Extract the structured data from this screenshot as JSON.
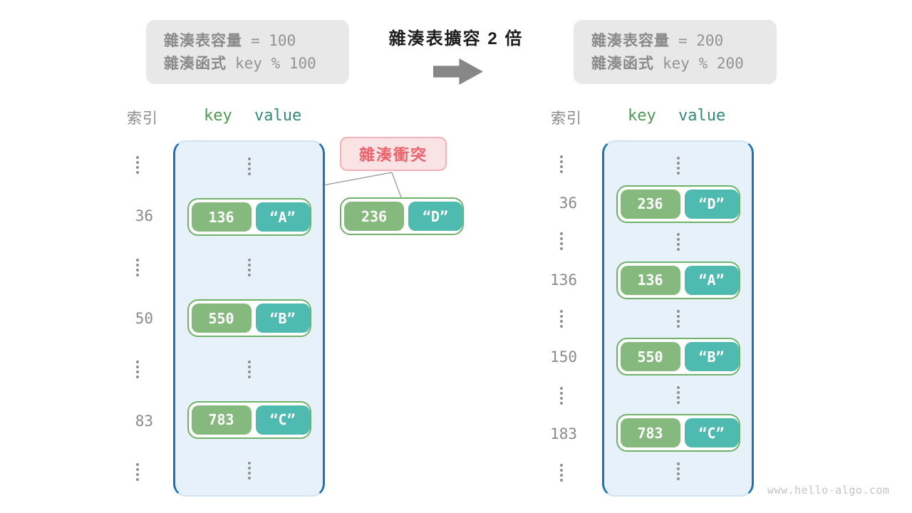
{
  "title": "雜湊表擴容 2 倍",
  "before_box": {
    "capacity_label": "雜湊表容量",
    "capacity_value": "= 100",
    "hash_label": "雜湊函式",
    "hash_value": "key % 100"
  },
  "after_box": {
    "capacity_label": "雜湊表容量",
    "capacity_value": "= 200",
    "hash_label": "雜湊函式",
    "hash_value": "key % 200"
  },
  "collision": {
    "label": "雜湊衝突",
    "pair": {
      "key": "236",
      "value": "“D”"
    }
  },
  "left_table": {
    "index_header": "索引",
    "key_header": "key",
    "value_header": "value",
    "rows": [
      {
        "kind": "dots"
      },
      {
        "kind": "pair",
        "index": "36",
        "key": "136",
        "value": "“A”"
      },
      {
        "kind": "dots"
      },
      {
        "kind": "pair",
        "index": "50",
        "key": "550",
        "value": "“B”"
      },
      {
        "kind": "dots"
      },
      {
        "kind": "pair",
        "index": "83",
        "key": "783",
        "value": "“C”"
      },
      {
        "kind": "dots"
      }
    ]
  },
  "right_table": {
    "index_header": "索引",
    "key_header": "key",
    "value_header": "value",
    "rows": [
      {
        "kind": "dots"
      },
      {
        "kind": "pair",
        "index": "36",
        "key": "236",
        "value": "“D”"
      },
      {
        "kind": "dots"
      },
      {
        "kind": "pair",
        "index": "136",
        "key": "136",
        "value": "“A”"
      },
      {
        "kind": "dots"
      },
      {
        "kind": "pair",
        "index": "150",
        "key": "550",
        "value": "“B”"
      },
      {
        "kind": "dots"
      },
      {
        "kind": "pair",
        "index": "183",
        "key": "783",
        "value": "“C”"
      },
      {
        "kind": "dots"
      }
    ]
  },
  "watermark": "www.hello-algo.com",
  "colors": {
    "key_green": "#86b97d",
    "value_teal": "#4fbab0",
    "pair_border_green": "#6fb269",
    "bucket_fill_blue": "#e7f1fa",
    "bucket_border_blue": "#1d72b4",
    "collision_fill_pink": "#fae3e5",
    "collision_border_pink": "#f3b2b8",
    "collision_text_pink": "#ea636c",
    "info_box_gray": "#e8e8e8",
    "gray_text": "#8a8a8a",
    "key_header_green": "#4c9b50",
    "value_header_teal": "#35897a",
    "arrow_gray": "#878787",
    "connector_gray": "#9a9a9a"
  }
}
